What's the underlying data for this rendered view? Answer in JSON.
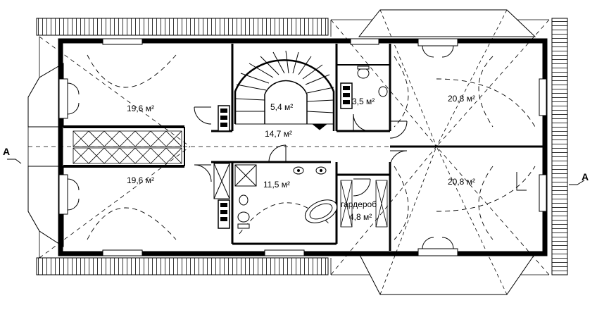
{
  "plan": {
    "unit": "м²",
    "rooms": [
      {
        "name": "",
        "area": "19,6 м²"
      },
      {
        "name": "",
        "area": "19,6 м²"
      },
      {
        "name": "",
        "area": "5,4 м²"
      },
      {
        "name": "",
        "area": "3,5 м²"
      },
      {
        "name": "",
        "area": "14,7 м²"
      },
      {
        "name": "",
        "area": "11,5 м²"
      },
      {
        "name": "гардероб",
        "area": "4,8 м²"
      },
      {
        "name": "",
        "area": "20,8 м²"
      },
      {
        "name": "",
        "area": "20,8 м²"
      }
    ],
    "section_marks": {
      "left": "А",
      "right": "А"
    }
  }
}
